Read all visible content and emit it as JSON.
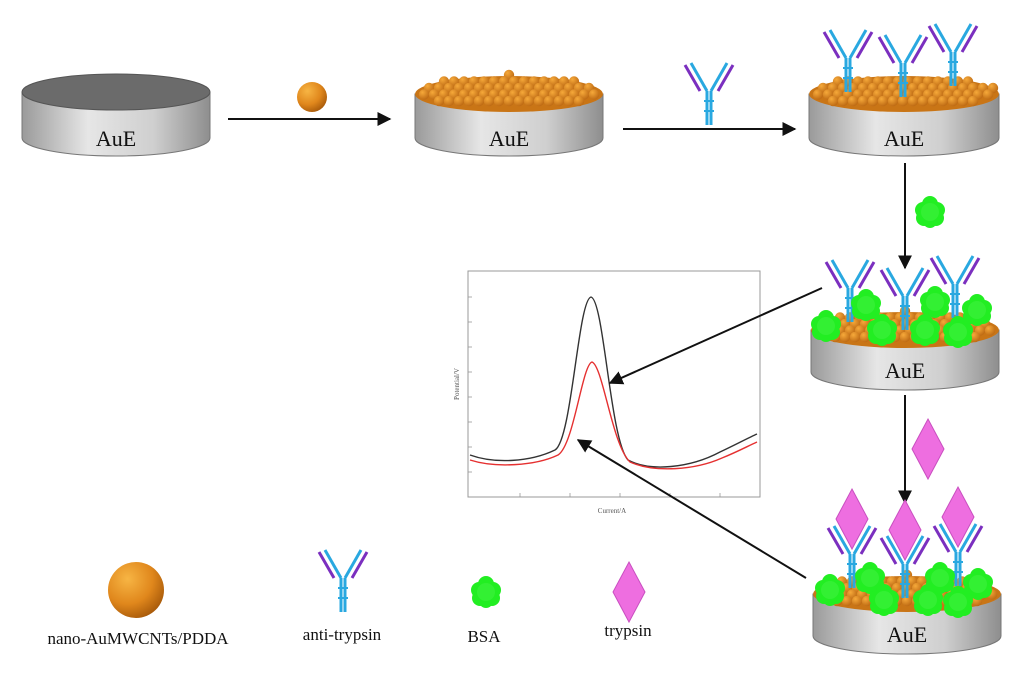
{
  "electrode_label": "AuE",
  "legend": {
    "nanoparticle": "nano-AuMWCNTs/PDDA",
    "antibody": "anti-trypsin",
    "bsa": "BSA",
    "trypsin": "trypsin"
  },
  "plot": {
    "xlabel": "Current/A",
    "ylabel": "Potential/V",
    "series_colors": [
      "#333333",
      "#e53030"
    ]
  },
  "colors": {
    "gold": "#e08a1e",
    "antibody_blue": "#29a8e0",
    "antibody_purple": "#7b2fbf",
    "bsa_green": "#22ee22",
    "trypsin_pink": "#ee6ee0",
    "electrode_gray": "#bdbdbd"
  }
}
